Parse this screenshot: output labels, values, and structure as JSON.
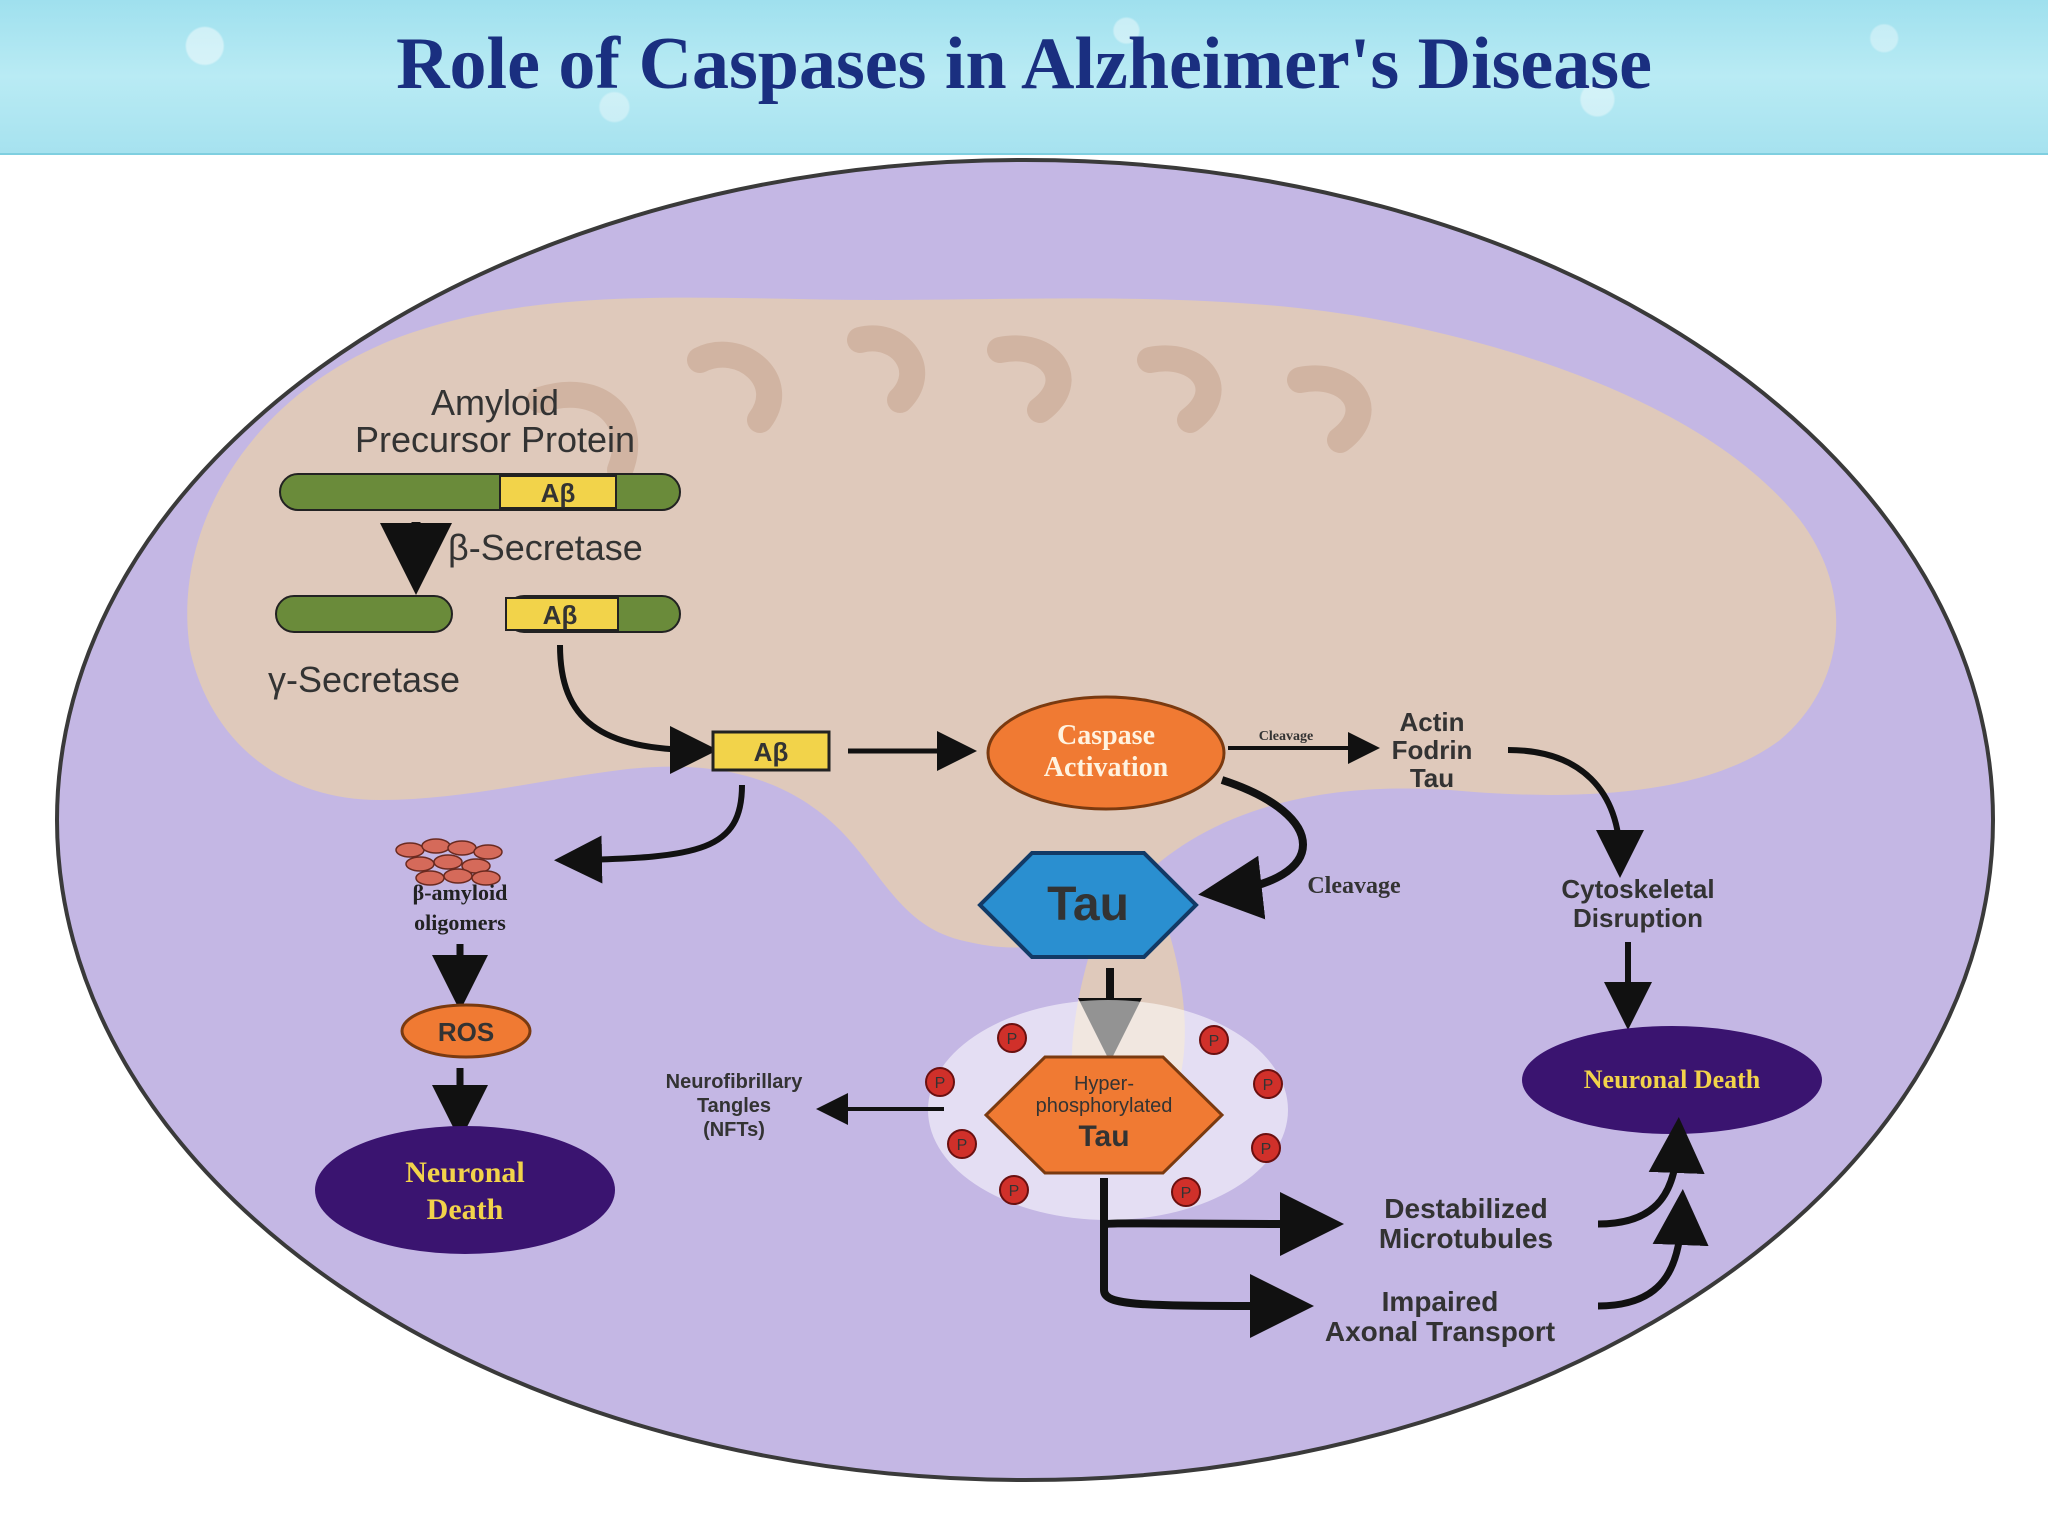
{
  "title": "Role of Caspases in Alzheimer's Disease",
  "app": {
    "app_label": "Amyloid",
    "app_label2": "Precursor Protein",
    "abeta": "Aβ",
    "beta_secretase": "β-Secretase",
    "gamma_secretase": "γ-Secretase"
  },
  "nodes": {
    "abeta_free": "Aβ",
    "caspase_line1": "Caspase",
    "caspase_line2": "Activation",
    "cleavage_small": "Cleavage",
    "actin": "Actin",
    "fodrin": "Fodrin",
    "tau_target": "Tau",
    "cleavage": "Cleavage",
    "cyto1": "Cytoskeletal",
    "cyto2": "Disruption",
    "neuronal_death_right": "Neuronal Death",
    "tau": "Tau",
    "oligo1": "β-amyloid",
    "oligo2": "oligomers",
    "ros": "ROS",
    "nd_left1": "Neuronal",
    "nd_left2": "Death",
    "nft1": "Neurofibrillary",
    "nft2": "Tangles",
    "nft3": "(NFTs)",
    "hyper1": "Hyper-",
    "hyper2": "phosphorylated",
    "hyper3": "Tau",
    "phospho": "P",
    "destab1": "Destabilized",
    "destab2": "Microtubules",
    "impaired1": "Impaired",
    "impaired2": "Axonal Transport"
  },
  "colors": {
    "title": "#1a2f80",
    "circle_fill": "#c4b7e4",
    "brain": "#e8cfae",
    "orange": "#f07a33",
    "tau_blue": "#2a8fd0",
    "death_purple": "#3a1470",
    "abeta_yellow": "#f2d34a",
    "app_green": "#6a8b3a"
  }
}
